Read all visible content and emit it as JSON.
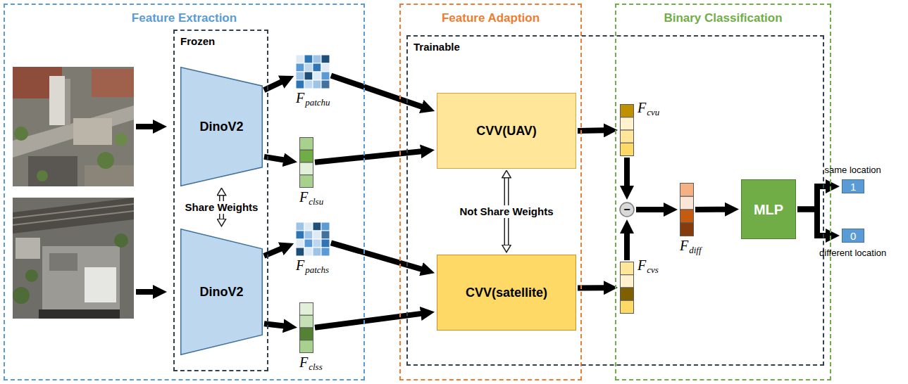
{
  "diagram": {
    "nodes": [
      {
        "text": [
          "Feature Extraction"
        ]
      },
      {
        "text": [
          "Frozen"
        ],
        "in": 0
      },
      {
        "text": [
          "DinoV2"
        ],
        "in": 1
      },
      {
        "text": [
          "DinoV2"
        ],
        "in": 1
      },
      {
        "text": [
          "F",
          "patchu"
        ],
        "in": 0
      },
      {
        "text": [
          "F",
          "clsu"
        ],
        "in": 0
      },
      {
        "text": [
          "F",
          "patchs"
        ],
        "in": 0
      },
      {
        "text": [
          "F",
          "clss"
        ],
        "in": 0
      },
      {
        "text": [
          "Feature Adaption"
        ]
      },
      {
        "text": [
          "Binary Classification"
        ]
      },
      {
        "text": [
          "Trainable"
        ]
      },
      {
        "text": [
          "CVV(UAV)"
        ],
        "in": 10
      },
      {
        "text": [
          "CVV(satellite)"
        ],
        "in": 10
      },
      {
        "text": [
          "F",
          "cvu"
        ],
        "in": 10
      },
      {
        "text": [
          "−"
        ],
        "in": 10
      },
      {
        "text": [
          "F",
          "cvs"
        ],
        "in": 10
      },
      {
        "text": [
          "F",
          "diff"
        ],
        "in": 10
      },
      {
        "text": [
          "MLP"
        ],
        "in": 10
      },
      {
        "text": [
          "same location",
          "1"
        ]
      },
      {
        "text": [
          "0",
          "different location"
        ]
      }
    ],
    "edges": [
      {
        "from": 2,
        "to": 4,
        "arrow": "to"
      },
      {
        "from": 2,
        "to": 5,
        "arrow": "to"
      },
      {
        "from": 3,
        "to": 6,
        "arrow": "to"
      },
      {
        "from": 3,
        "to": 7,
        "arrow": "to"
      },
      {
        "from": 4,
        "to": 11,
        "arrow": "to"
      },
      {
        "from": 5,
        "to": 11,
        "arrow": "to"
      },
      {
        "from": 6,
        "to": 12,
        "arrow": "to"
      },
      {
        "from": 7,
        "to": 12,
        "arrow": "to"
      },
      {
        "from": 11,
        "to": 13,
        "arrow": "to"
      },
      {
        "from": 12,
        "to": 15,
        "arrow": "to"
      },
      {
        "from": 13,
        "to": 14,
        "arrow": "to"
      },
      {
        "from": 15,
        "to": 14,
        "arrow": "to"
      },
      {
        "from": 14,
        "to": 16,
        "arrow": "to"
      },
      {
        "from": 16,
        "to": 17,
        "arrow": "to"
      },
      {
        "from": 17,
        "to": 18,
        "arrow": "to"
      },
      {
        "from": 17,
        "to": 19,
        "arrow": "to"
      },
      {
        "from": 2,
        "to": 3,
        "label": "Share Weights",
        "arrow": "both"
      },
      {
        "from": 11,
        "to": 12,
        "label": "Not Share Weights",
        "arrow": "both"
      }
    ]
  }
}
